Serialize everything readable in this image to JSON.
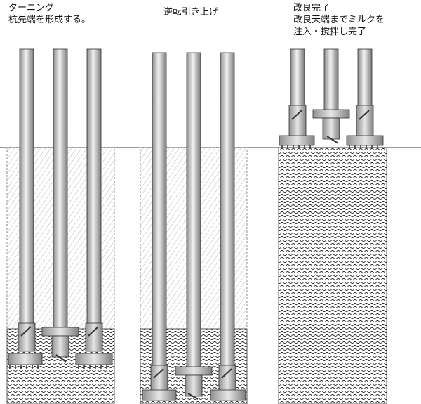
{
  "panels": [
    {
      "caption_lines": [
        "ターニング",
        "杭先端を形成する。"
      ]
    },
    {
      "caption_lines": [
        "逆転引き上げ"
      ]
    },
    {
      "caption_lines": [
        "改良完了",
        "改良天端までミルクを",
        "注入・撹拌し完了"
      ]
    }
  ],
  "colors": {
    "outline": "#333333",
    "pipe_dark": "#8a8a8a",
    "pipe_light": "#f2f2f2",
    "soil_hatch": "#9a9a9a",
    "wave": "#111111"
  }
}
